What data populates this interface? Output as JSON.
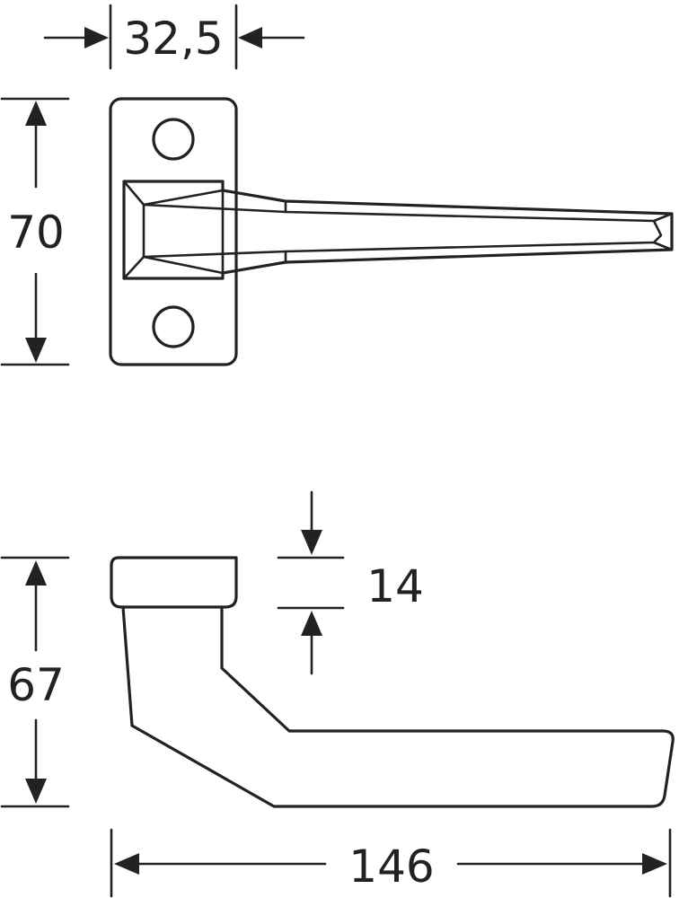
{
  "dimensions": {
    "rose_width": "32,5",
    "rose_height": "70",
    "rose_thickness": "14",
    "handle_height": "67",
    "handle_length": "146"
  },
  "colors": {
    "line": "#222222",
    "background": "#ffffff"
  }
}
